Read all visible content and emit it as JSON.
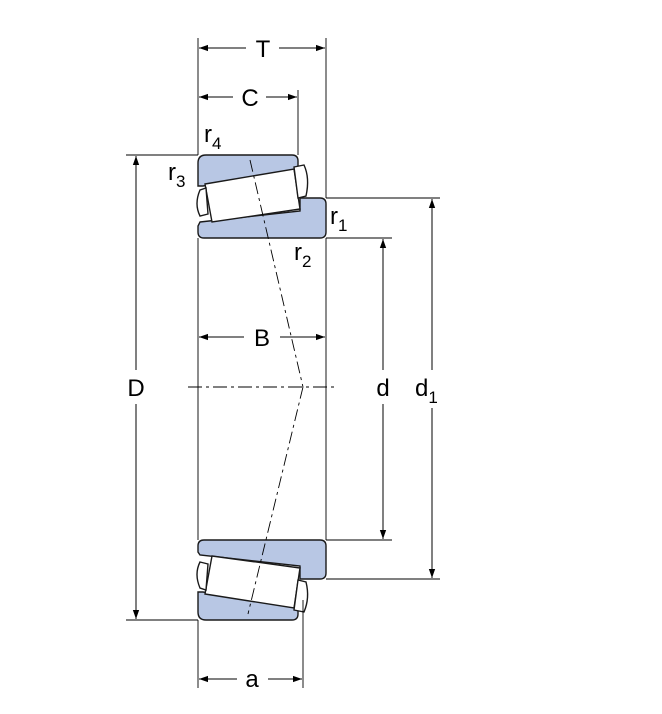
{
  "colors": {
    "ring_fill": "#b8c7e4",
    "roller_fill": "#ffffff",
    "line": "#000000"
  },
  "labels": {
    "T": "T",
    "C": "C",
    "B": "B",
    "D": "D",
    "d": "d",
    "d1_main": "d",
    "d1_sub": "1",
    "a": "a",
    "r1_main": "r",
    "r1_sub": "1",
    "r2_main": "r",
    "r2_sub": "2",
    "r3_main": "r",
    "r3_sub": "3",
    "r4_main": "r",
    "r4_sub": "4"
  }
}
